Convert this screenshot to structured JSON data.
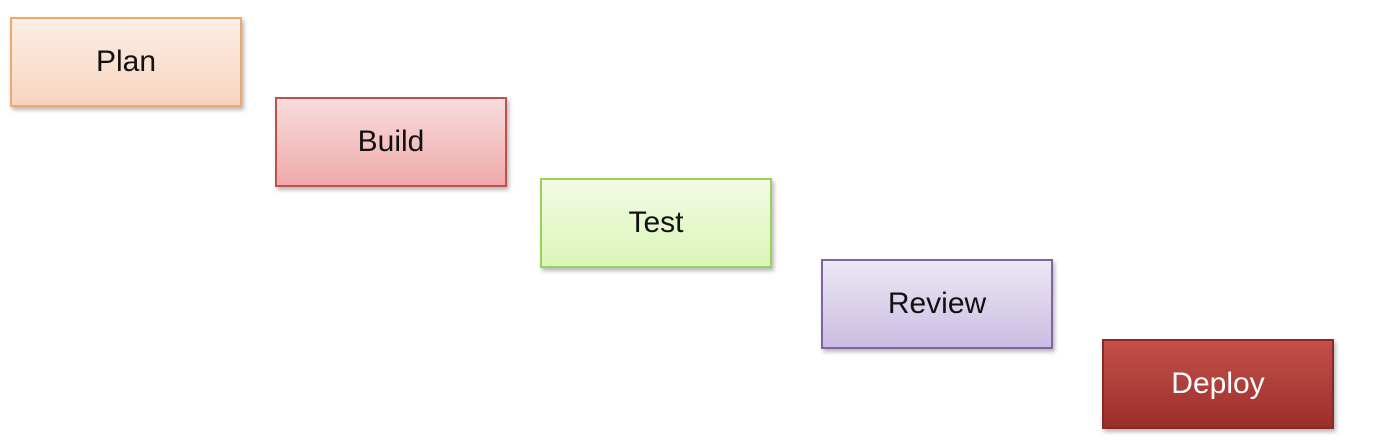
{
  "steps": [
    {
      "id": "plan",
      "label": "Plan",
      "fill": "#f8d4bf",
      "border": "#f0a86a"
    },
    {
      "id": "build",
      "label": "Build",
      "fill": "#f0aaaa",
      "border": "#c0504d"
    },
    {
      "id": "test",
      "label": "Test",
      "fill": "#dcf5b8",
      "border": "#9bd05a"
    },
    {
      "id": "review",
      "label": "Review",
      "fill": "#cbbde3",
      "border": "#8064a2"
    },
    {
      "id": "deploy",
      "label": "Deploy",
      "fill": "#b33e39",
      "border": "#8a2a26"
    }
  ]
}
